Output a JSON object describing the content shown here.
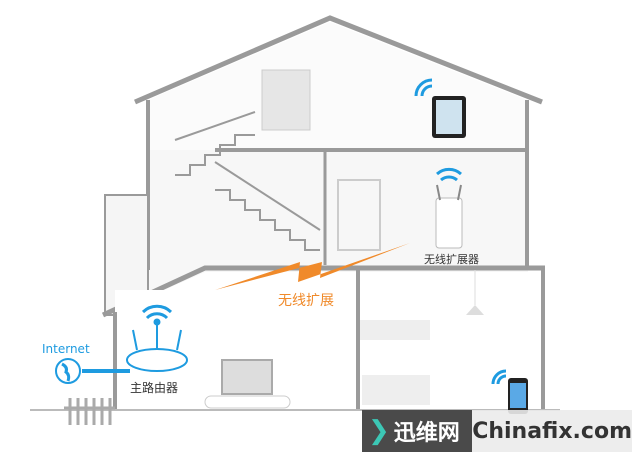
{
  "labels": {
    "internet": "Internet",
    "main_router": "主路由器",
    "extender": "无线扩展器",
    "wireless_extension": "无线扩展"
  },
  "watermark": {
    "cn": "迅维网",
    "en": "Chinafix.com"
  },
  "colors": {
    "wifi": "#1e9be0",
    "signal": "#f08a2a",
    "walls": "#9a9a9a",
    "watermark_accent": "#3cc7b5"
  }
}
